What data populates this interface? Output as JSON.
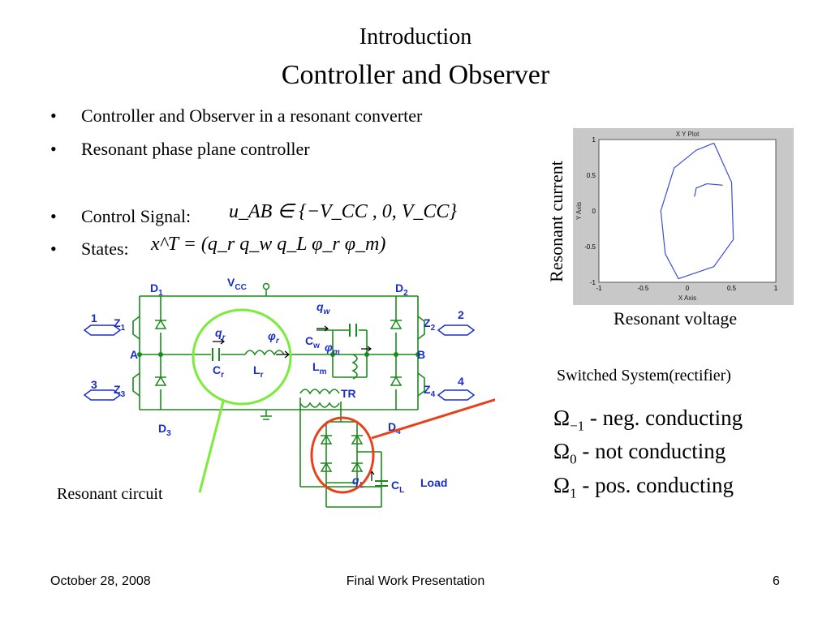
{
  "slide": {
    "title_line1": "Introduction",
    "title_line2": "Controller and Observer"
  },
  "bullets": {
    "b1": "Controller and Observer in a resonant converter",
    "b2": "Resonant phase plane controller",
    "b3_label": "Control Signal:",
    "b3_math": "u_AB ∈ {−V_CC ,  0,  V_CC}",
    "b4_label": "States:",
    "b4_math": "x^T = (q_r  q_w  q_L  φ_r  φ_m)"
  },
  "plot": {
    "title": "X Y Plot",
    "x_axis_label": "X Axis",
    "y_axis_label": "Y Axis",
    "outer_ylabel": "Resonant current",
    "outer_xlabel": "Resonant voltage",
    "x_ticks": [
      "-1",
      "-0.5",
      "0",
      "0.5",
      "1"
    ],
    "y_ticks": [
      "1",
      "0.5",
      "0",
      "-0.5",
      "-1"
    ],
    "line_color": "#3a4fd1"
  },
  "chart_data": {
    "type": "line",
    "title": "X Y Plot",
    "xlabel": "X Axis",
    "ylabel": "Y Axis",
    "xlim": [
      -1,
      1
    ],
    "ylim": [
      -1,
      1
    ],
    "series": [
      {
        "x": [
          0.3,
          0.5,
          0.52,
          0.3,
          -0.1,
          -0.25,
          -0.3,
          -0.15,
          0.1,
          0.3
        ],
        "y": [
          0.95,
          0.4,
          -0.4,
          -0.78,
          -0.95,
          -0.6,
          0.0,
          0.6,
          0.85,
          0.95
        ]
      },
      {
        "x": [
          0.08,
          0.1,
          0.22,
          0.4
        ],
        "y": [
          0.2,
          0.32,
          0.38,
          0.36
        ]
      }
    ]
  },
  "circuit": {
    "vcc": "V",
    "vcc_sub": "CC",
    "d1": "D",
    "d1_sub": "1",
    "d2": "D",
    "d2_sub": "2",
    "d3": "D",
    "d3_sub": "3",
    "d4": "D",
    "d4_sub": "4",
    "z1": "Z",
    "z1_sub": "1",
    "z2": "Z",
    "z2_sub": "2",
    "z3": "Z",
    "z3_sub": "3",
    "z4": "Z",
    "z4_sub": "4",
    "node_a": "A",
    "node_b": "B",
    "in1": "1",
    "in2": "2",
    "in3": "3",
    "in4": "4",
    "qr": "q",
    "qr_sub": "r",
    "phir": "φ",
    "phir_sub": "r",
    "cr": "C",
    "cr_sub": "r",
    "lr": "L",
    "lr_sub": "r",
    "qw": "q",
    "qw_sub": "w",
    "cw": "C",
    "cw_sub": "w",
    "phim": "φ",
    "phim_sub": "m",
    "lm": "L",
    "lm_sub": "m",
    "tr": "TR",
    "ql": "q",
    "ql_sub": "L",
    "cl": "C",
    "cl_sub": "L",
    "load": "Load",
    "wire_color": "#1a8a1a",
    "label_color": "#1a2ec8"
  },
  "annotations": {
    "resonant_circuit": "Resonant circuit",
    "switched_system": "Switched System(rectifier)",
    "green_circle_color": "#7cec3c",
    "red_circle_color": "#e8401a"
  },
  "omega": {
    "o1_sym": "Ω",
    "o1_sub": "−1",
    "o1_text": " - neg. conducting",
    "o2_sym": "Ω",
    "o2_sub": "0",
    "o2_text": " - not conducting",
    "o3_sym": "Ω",
    "o3_sub": "1",
    "o3_text": " - pos. conducting"
  },
  "footer": {
    "date": "October 28, 2008",
    "center": "Final Work Presentation",
    "page": "6"
  }
}
